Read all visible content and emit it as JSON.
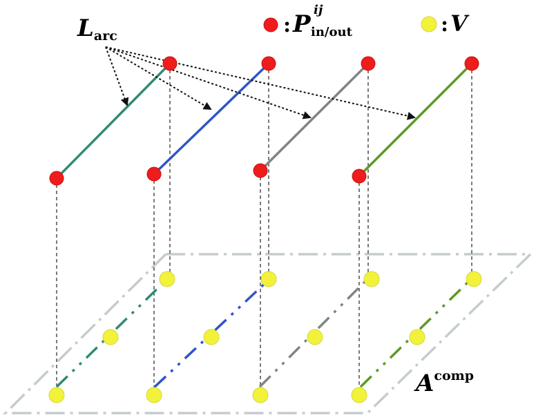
{
  "labels": {
    "larc_main": "L",
    "larc_sub": "arc",
    "p_legend_colon": ":",
    "p_main": "P",
    "p_sup": "ij",
    "p_sub": "in/out",
    "v_legend_colon": ":",
    "v_main": "V",
    "acomp_main": "A",
    "acomp_sup": "comp"
  },
  "colors": {
    "red_node": "#ee1c1c",
    "yellow_node": "#f2f23a",
    "arc_1": "#2e8b74",
    "arc_2": "#2f54c8",
    "arc_3": "#808485",
    "arc_4": "#5c9a24",
    "plane": "#c5cccd",
    "dashes": "#222222"
  },
  "arcs": [
    {
      "color_key": "arc_1"
    },
    {
      "color_key": "arc_2"
    },
    {
      "color_key": "arc_3"
    },
    {
      "color_key": "arc_4"
    }
  ]
}
